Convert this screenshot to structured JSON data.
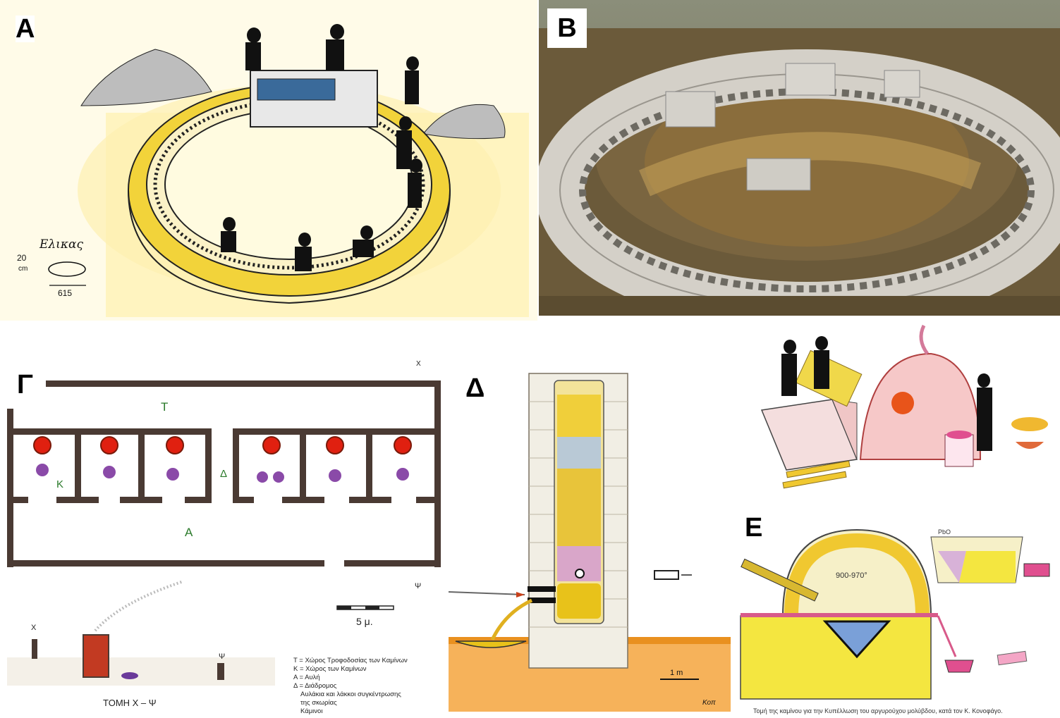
{
  "panels": {
    "a": {
      "label": "A",
      "helix_label": "Ελικας",
      "helix_height": "20",
      "helix_unit": "cm",
      "helix_width": "615"
    },
    "b": {
      "label": "B"
    },
    "g": {
      "label": "Γ",
      "marker_x": "X",
      "marker_psi": "Ψ",
      "zone_t": "T",
      "zone_k": "K",
      "zone_d": "Δ",
      "zone_a": "A",
      "scale": "5 μ.",
      "section_title": "ΤΟΜΗ  Χ – Ψ",
      "section_x": "Χ",
      "section_psi": "Ψ"
    },
    "d": {
      "label": "Δ",
      "scale": "1 m",
      "signature": "Κοπ"
    },
    "e": {
      "label": "E",
      "temp": "900-970°",
      "pb": "PbO",
      "caption": "Τομή της καμίνου για την Κυπέλλωση του αργυρούχου μολύβδου, κατά τον Κ. Κονοφάγο."
    }
  },
  "legend": [
    "T = Χώρος Τροφοδοσίας των Καμίνων",
    "Κ = Χώρος των Καμίνων",
    "Α = Αυλή",
    "Δ = Διάδρομος",
    "Αυλάκια και λάκκοι συγκέντρωσης",
    "της σκωρίας",
    "Κάμινοι"
  ],
  "colors": {
    "yellow": "#f2d33a",
    "wall": "#4a3a33",
    "furnace_red": "#e02010",
    "slag_purple": "#8a4aa8",
    "earth_orange": "#e9901f",
    "pink": "#e04f8f"
  }
}
